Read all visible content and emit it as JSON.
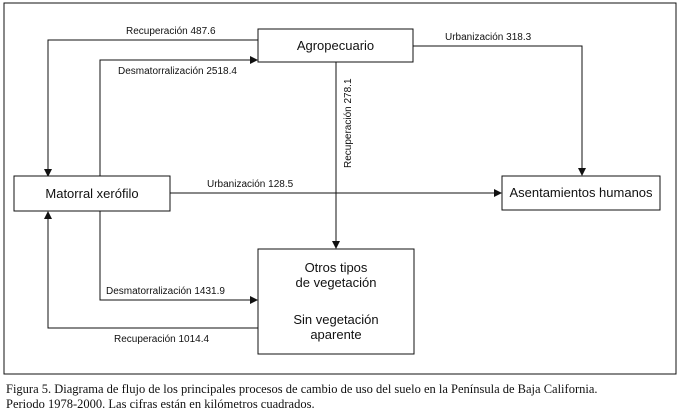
{
  "nodes": {
    "agropecuario": "Agropecuario",
    "matorral": "Matorral xerófilo",
    "asentamientos": "Asentamientos humanos",
    "otros_line1": "Otros tipos",
    "otros_line2": "de vegetación",
    "sin_line1": "Sin vegetación",
    "sin_line2": "aparente"
  },
  "edges": {
    "recuperacion_487": "Recuperación 487.6",
    "desmatorralizacion_2518": "Desmatorralización 2518.4",
    "urbanizacion_318": "Urbanización 318.3",
    "recuperacion_278": "Recuperación 278.1",
    "urbanizacion_128": "Urbanización 128.5",
    "desmatorralizacion_1431": "Desmatorralización 1431.9",
    "recuperacion_1014": "Recuperación 1014.4"
  },
  "caption": {
    "line1": "Figura 5. Diagrama de flujo de los principales procesos de cambio de uso del suelo en la Península de Baja California.",
    "line2": "Periodo 1978-2000. Las cifras están en kilómetros cuadrados."
  }
}
